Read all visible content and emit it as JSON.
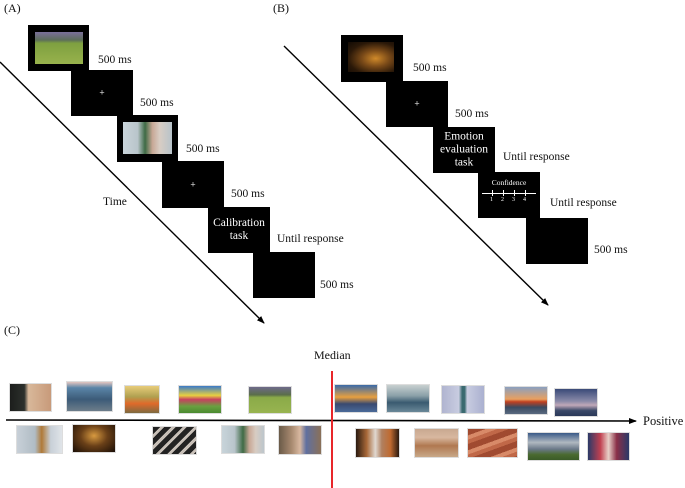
{
  "panels": {
    "a": {
      "label": "(A)",
      "time_label": "Time",
      "steps": [
        {
          "type": "image",
          "image": "bison-meadow",
          "duration": "500 ms"
        },
        {
          "type": "fixation",
          "symbol": "+",
          "duration": "500 ms"
        },
        {
          "type": "image",
          "image": "elderly-couple-kiss",
          "duration": "500 ms"
        },
        {
          "type": "fixation",
          "symbol": "+",
          "duration": "500 ms"
        },
        {
          "type": "task",
          "text_line1": "Calibration",
          "text_line2": "task",
          "duration": "Until response"
        },
        {
          "type": "blank",
          "duration": "500 ms"
        }
      ]
    },
    "b": {
      "label": "(B)",
      "steps": [
        {
          "type": "image",
          "image": "night-street-crowd",
          "duration": "500 ms"
        },
        {
          "type": "fixation",
          "symbol": "+",
          "duration": "500 ms"
        },
        {
          "type": "task",
          "text_line1": "Emotion",
          "text_line2": "evaluation",
          "text_line3": "task",
          "duration": "Until response"
        },
        {
          "type": "confidence",
          "title": "Confidence",
          "ticks": [
            "1",
            "2",
            "3",
            "4"
          ],
          "duration": "Until response"
        },
        {
          "type": "blank",
          "duration": "500 ms"
        }
      ]
    },
    "c": {
      "label": "(C)",
      "median_label": "Median",
      "axis_label": "Positive",
      "colors": {
        "median_line": "#e8262a",
        "axis": "#000000"
      },
      "below_median_top": [
        "brick-building",
        "city-skyline",
        "hammock",
        "rainbow-flag-group",
        "bison-meadow"
      ],
      "below_median_bottom": [
        "man-by-lake",
        "night-street-crowd",
        "toy-on-stairs",
        "elderly-couple-kiss",
        "family-tablet"
      ],
      "above_median_top": [
        "couple-at-sunset-beach",
        "ocean-waves",
        "statue-of-liberty",
        "golden-gate-bridge",
        "eiffel-tower"
      ],
      "above_median_bottom": [
        "three-dogs",
        "dogs-running",
        "antelope-canyon",
        "city-vista",
        "times-square"
      ]
    }
  }
}
